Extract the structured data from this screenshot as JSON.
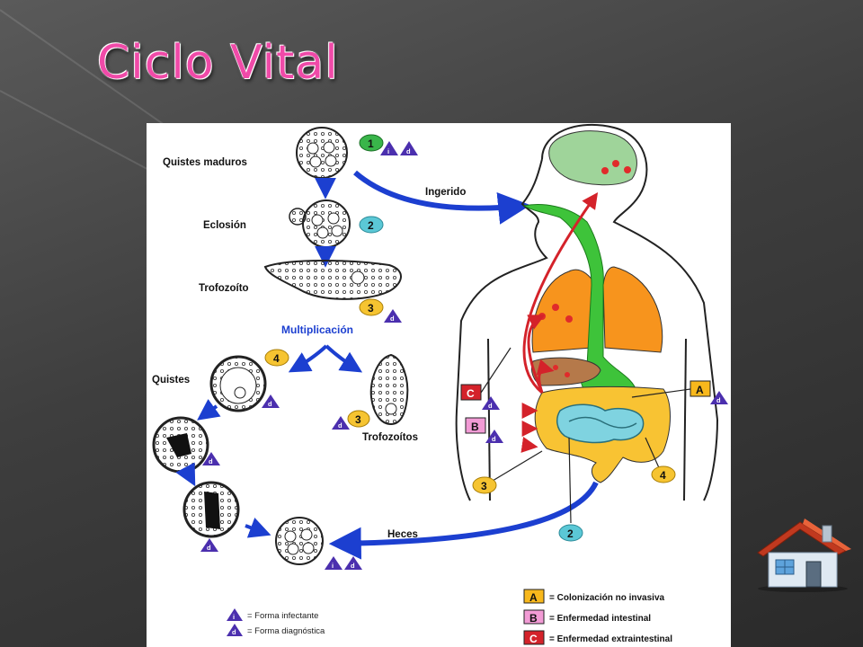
{
  "slide": {
    "title": "Ciclo Vital"
  },
  "diagram": {
    "stages": {
      "quistes_maduros": "Quistes maduros",
      "eclosion": "Eclosión",
      "trofozoito": "Trofozoíto",
      "multiplicacion": "Multiplicación",
      "quistes": "Quistes",
      "trofozoitos": "Trofozoítos"
    },
    "arrows": {
      "ingerido": "Ingerido",
      "heces": "Heces"
    },
    "badges": {
      "one": "1",
      "two": "2",
      "three": "3",
      "four": "4"
    },
    "triangles": {
      "infectante": "i",
      "diagnostica": "d"
    },
    "organ_letters": {
      "a": "A",
      "b": "B",
      "c": "C"
    },
    "legend_forms": {
      "infectante": "= Forma infectante",
      "diagnostica": "= Forma diagnóstica"
    },
    "legend_disease": {
      "a": "= Colonización no invasiva",
      "b": "= Enfermedad intestinal",
      "c": "= Enfermedad extraintestinal"
    }
  },
  "colors": {
    "title": "#f04aa8",
    "arrow_blue": "#1c3fd0",
    "badge_green": "#39b54a",
    "badge_teal": "#5bc8d6",
    "badge_yellow": "#f6c431",
    "triangle_purple": "#4b2fae",
    "lungs": "#f7941d",
    "digestive_green": "#3ec33a",
    "brain": "#9fd49a",
    "liver": "#b5794a",
    "small_intestine": "#7fd3e0",
    "large_intestine": "#f8c333",
    "box_a": "#f8b81c",
    "box_b": "#f29bd5",
    "box_c": "#d4222a"
  },
  "icons": {
    "home": "home-icon"
  }
}
